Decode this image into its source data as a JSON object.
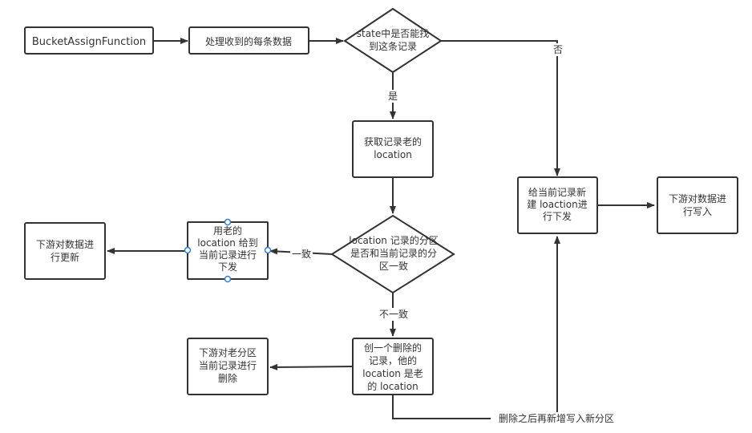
{
  "nodes": {
    "bucket_assign": [
      "BucketAssignFunction"
    ],
    "process_each": [
      "处理收到的每条数据"
    ],
    "state_check": [
      "state中是否能找",
      "到这条记录"
    ],
    "get_old_location": [
      "获取记录老的",
      "location"
    ],
    "new_location": [
      "给当前记录新",
      "建 loaction进",
      "行下发"
    ],
    "downstream_write": [
      "下游对数据进",
      "行写入"
    ],
    "partition_check": [
      "location 记录的分区",
      "是否和当前记录的分",
      "区一致"
    ],
    "use_old_location": [
      "用老的",
      "location 给到",
      "当前记录进行",
      "下发"
    ],
    "downstream_update": [
      "下游对数据进",
      "行更新"
    ],
    "create_delete": [
      "创一个删除的",
      "记录，他的",
      "location 是老",
      "的 location"
    ],
    "downstream_delete": [
      "下游对老分区",
      "当前记录进行",
      "删除"
    ]
  },
  "edge_labels": {
    "no": "否",
    "yes": "是",
    "consistent": "一致",
    "inconsistent": "不一致",
    "delete_then_insert": "删除之后再新增写入新分区"
  },
  "colors": {
    "stroke": "#333333",
    "fill": "#ffffff",
    "text": "#333333",
    "handle": "#2f7ed8"
  }
}
